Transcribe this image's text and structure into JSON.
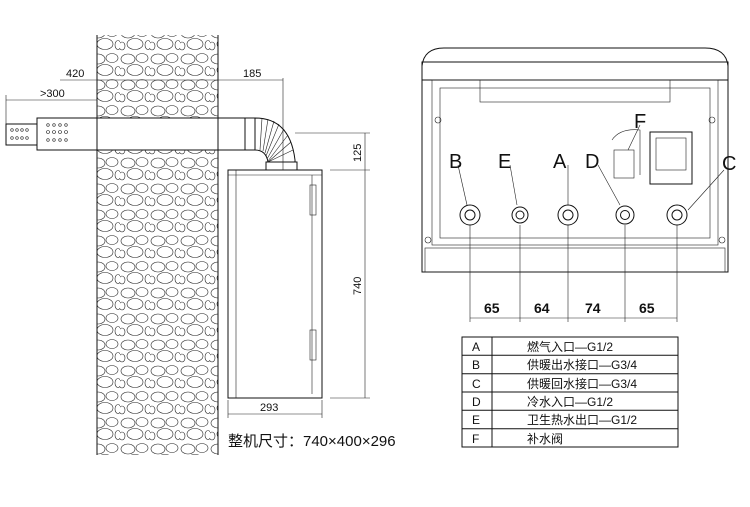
{
  "side_view": {
    "dim_wall": "420",
    "dim_offset": "185",
    "dim_clearance": ">300",
    "dim_elbow_height": "125",
    "dim_height": "740",
    "dim_depth": "293",
    "overall_size": "整机尺寸：740×400×296"
  },
  "front_view": {
    "connection_labels": [
      "B",
      "E",
      "A",
      "D",
      "F",
      "C"
    ],
    "spacing_dims": [
      "65",
      "64",
      "74",
      "65"
    ]
  },
  "legend_table": {
    "rows": [
      {
        "code": "A",
        "desc": "燃气入口—G1/2"
      },
      {
        "code": "B",
        "desc": "供暖出水接口—G3/4"
      },
      {
        "code": "C",
        "desc": "供暖回水接口—G3/4"
      },
      {
        "code": "D",
        "desc": "冷水入口—G1/2"
      },
      {
        "code": "E",
        "desc": "卫生热水出口—G1/2"
      },
      {
        "code": "F",
        "desc": "补水阀"
      }
    ]
  }
}
